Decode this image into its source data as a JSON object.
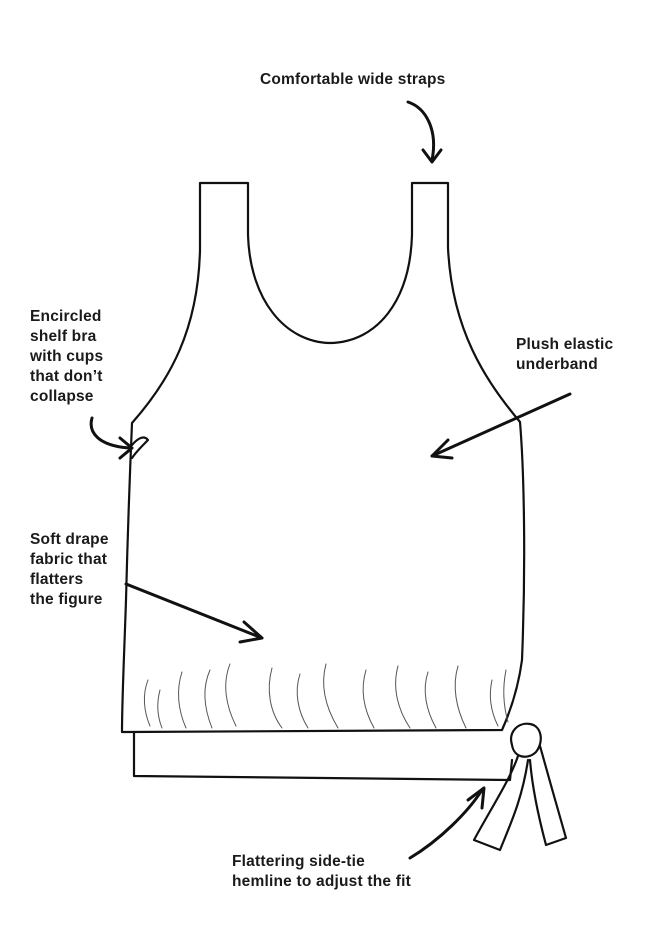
{
  "figure": {
    "subject": "tank-top",
    "line_color": "#111111",
    "background": "#ffffff"
  },
  "callouts": {
    "straps": {
      "lines": [
        "Comfortable wide straps"
      ]
    },
    "shelf_bra": {
      "lines": [
        "Encircled",
        "shelf bra",
        "with cups",
        "that don’t",
        "collapse"
      ]
    },
    "underband": {
      "lines": [
        "Plush elastic",
        "underband"
      ]
    },
    "fabric": {
      "lines": [
        "Soft drape",
        "fabric that",
        "flatters",
        "the figure"
      ]
    },
    "side_tie": {
      "lines": [
        "Flattering side-tie",
        "hemline to adjust the fit"
      ]
    }
  }
}
